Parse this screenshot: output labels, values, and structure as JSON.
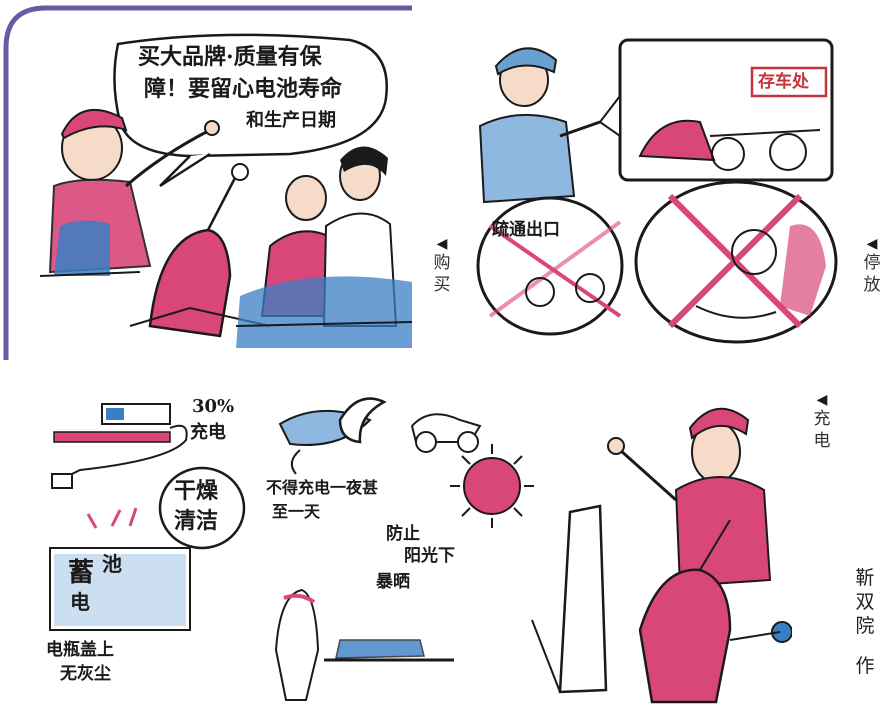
{
  "panels": {
    "buy": {
      "speech_lines": [
        "买大品牌·质量有保",
        "障！要留心电池寿命",
        "和生产日期"
      ],
      "side_label": [
        "购",
        "买"
      ]
    },
    "park": {
      "sign": "存车处",
      "exit_label": "疏通出口",
      "side_label": [
        "停",
        "放"
      ]
    },
    "charge": {
      "battery_level": "30%",
      "charge_label": "充电",
      "dry_clean": [
        "干燥",
        "清洁"
      ],
      "battery_box": [
        "蓄",
        "池",
        "电"
      ],
      "cover_note": [
        "电瓶盖上",
        "无灰尘"
      ],
      "overnight": [
        "不得充电一夜甚",
        "至一天"
      ],
      "sun_warning": [
        "防止",
        "阳光下",
        "暴晒"
      ],
      "side_label": [
        "充",
        "电"
      ]
    }
  },
  "author": [
    "靳",
    "双",
    "院",
    "作"
  ],
  "colors": {
    "frame_purple": "#6b5aa3",
    "ink": "#1a1a1a",
    "pink": "#d9477a",
    "blue": "#3a7fc4",
    "red": "#c8323c"
  }
}
